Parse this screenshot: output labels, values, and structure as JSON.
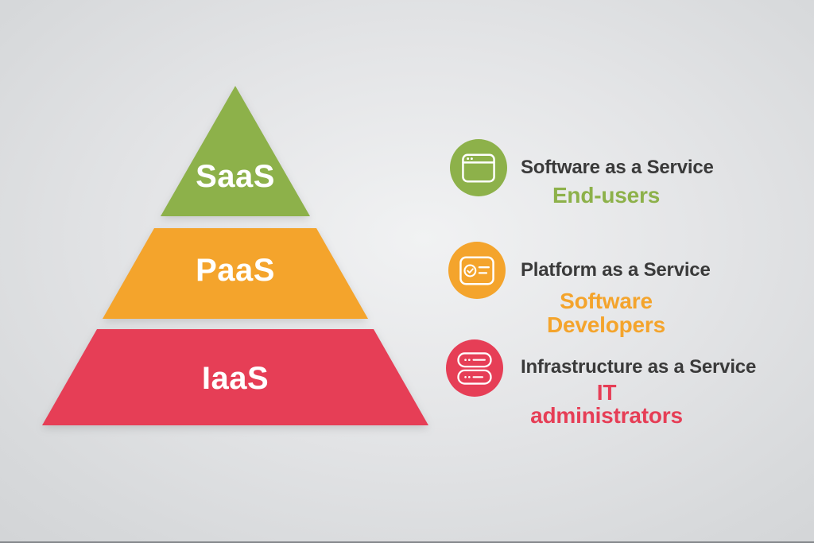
{
  "background": {
    "base_color": "#d7d9db",
    "highlight_color": "#f1f2f3",
    "bottom_line_color": "#85888c"
  },
  "pyramid": {
    "text_color": "#ffffff",
    "layers": [
      {
        "id": "saas",
        "label": "SaaS",
        "color": "#8DB14A"
      },
      {
        "id": "paas",
        "label": "PaaS",
        "color": "#F4A42C"
      },
      {
        "id": "iaas",
        "label": "IaaS",
        "color": "#E63E56"
      }
    ]
  },
  "legend": {
    "title_color": "#3A3A3A",
    "rows": [
      {
        "id": "saas",
        "icon": "browser-window-icon",
        "title": "Software as a Service",
        "audience": "End-users",
        "accent": "#8DB14A"
      },
      {
        "id": "paas",
        "icon": "checklist-card-icon",
        "title": "Platform as a Service",
        "audience": "Software Developers",
        "accent": "#F4A42C"
      },
      {
        "id": "iaas",
        "icon": "server-stack-icon",
        "title": "Infrastructure as a Service",
        "audience": "IT administrators",
        "accent": "#E63E56"
      }
    ]
  }
}
